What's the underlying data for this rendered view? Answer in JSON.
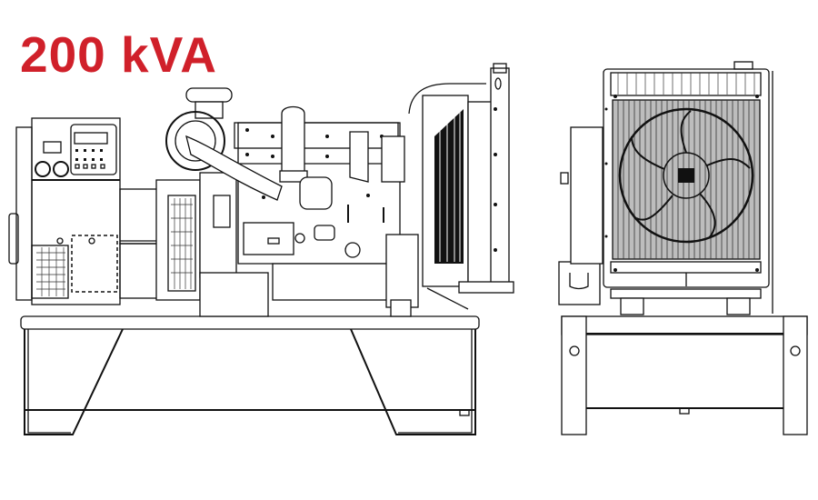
{
  "title": {
    "text": "200 kVA",
    "color": "#d0202a"
  },
  "drawings": {
    "side_view": {
      "label": "generator-side-view"
    },
    "front_view": {
      "label": "generator-front-view"
    }
  },
  "colors": {
    "line": "#111111",
    "background": "#ffffff"
  }
}
